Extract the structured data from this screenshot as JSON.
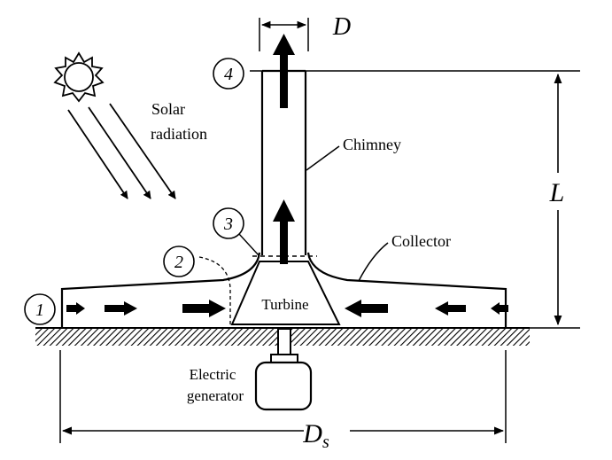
{
  "labels": {
    "solar": "Solar",
    "radiation": "radiation",
    "chimney": "Chimney",
    "collector": "Collector",
    "turbine": "Turbine",
    "electric": "Electric",
    "generator": "generator"
  },
  "dimensions": {
    "chimney_diameter": "D",
    "chimney_height": "L",
    "collector_diameter": "D",
    "collector_diameter_subscript": "s"
  },
  "stations": [
    "1",
    "2",
    "3",
    "4"
  ],
  "icons": [
    "sun-icon",
    "solar-ray-arrow",
    "airflow-arrow",
    "dimension-arrow"
  ]
}
